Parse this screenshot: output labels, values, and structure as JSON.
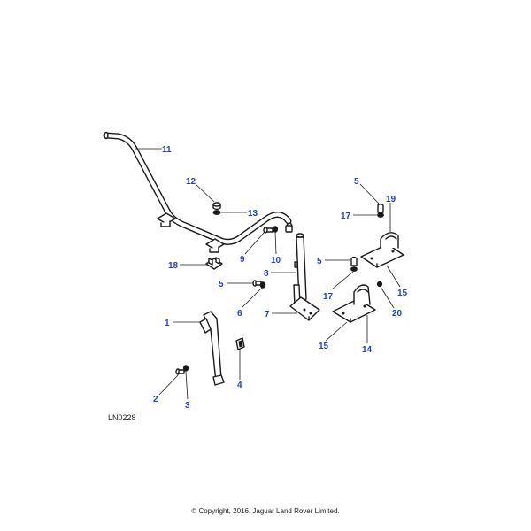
{
  "diagram": {
    "reference_code": "LN0228",
    "copyright": "© Copyright, 2016. Jaguar Land Rover Limited.",
    "callouts": {
      "c1": "1",
      "c2": "2",
      "c3": "3",
      "c4": "4",
      "c5a": "5",
      "c5b": "5",
      "c5c": "5",
      "c6": "6",
      "c7": "7",
      "c8": "8",
      "c9": "9",
      "c10": "10",
      "c11": "11",
      "c12": "12",
      "c13": "13",
      "c14": "14",
      "c15a": "15",
      "c15b": "15",
      "c17a": "17",
      "c17b": "17",
      "c18": "18",
      "c19": "19",
      "c20": "20"
    }
  }
}
